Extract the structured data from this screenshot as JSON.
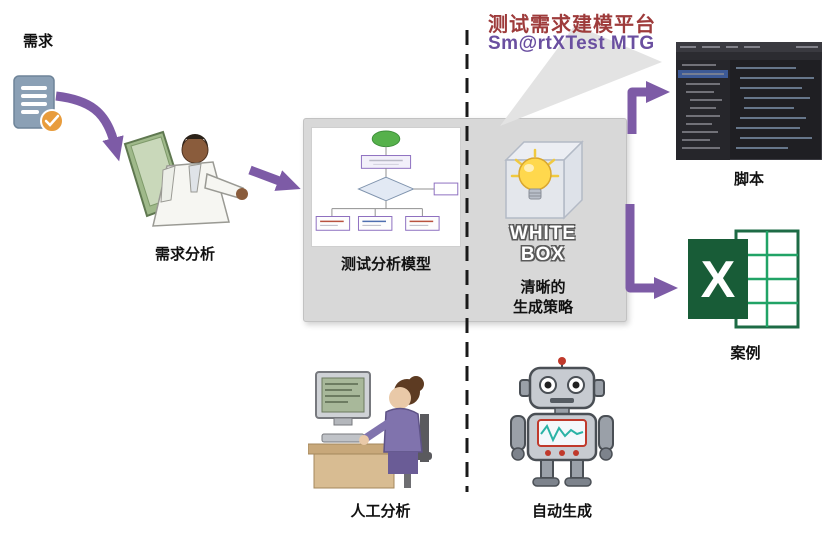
{
  "title": {
    "platform": "测试需求建模平台",
    "product": "Sm@rtXTest MTG"
  },
  "nodes": {
    "requirement": "需求",
    "requirement_analysis": "需求分析",
    "test_analysis_model": "测试分析模型",
    "white_box": {
      "line1": "WHITE",
      "line2": "BOX"
    },
    "strategy": {
      "line1": "清晰的",
      "line2": "生成策略"
    },
    "script": "脚本",
    "test_case": "案例",
    "manual_analysis": "人工分析",
    "auto_generation": "自动生成"
  },
  "icons": {
    "excel_letter": "X"
  },
  "colors": {
    "arrow_purple": "#7d5ba6",
    "title_red": "#9e3b3b",
    "title_purple": "#6a4fa0",
    "excel_green": "#185c37",
    "box_gray": "#d8d8d8",
    "divider_black": "#1a1a1a"
  }
}
